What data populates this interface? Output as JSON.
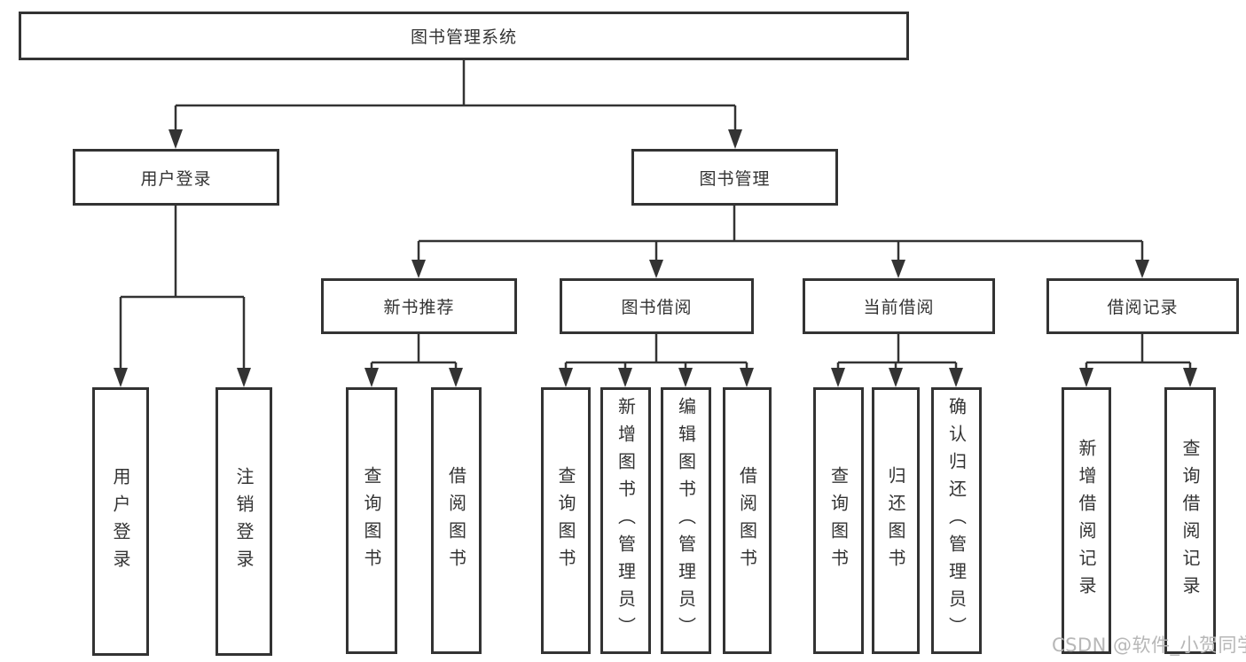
{
  "watermark": "CSDN @软件_小贺同学",
  "colors": {
    "line": "#333333",
    "text": "#333333",
    "watermark": "#b7b7b7",
    "background": "#ffffff"
  },
  "tree": {
    "root": "图书管理系统",
    "branches": [
      {
        "label": "用户登录",
        "leaves": [
          "用户登录",
          "注销登录"
        ]
      },
      {
        "label": "图书管理",
        "groups": [
          {
            "label": "新书推荐",
            "leaves": [
              "查询图书",
              "借阅图书"
            ]
          },
          {
            "label": "图书借阅",
            "leaves": [
              "查询图书",
              "新增图书（管理员）",
              "编辑图书（管理员）",
              "借阅图书"
            ]
          },
          {
            "label": "当前借阅",
            "leaves": [
              "查询图书",
              "归还图书",
              "确认归还（管理员）"
            ]
          },
          {
            "label": "借阅记录",
            "leaves": [
              "新增借阅记录",
              "查询借阅记录"
            ]
          }
        ]
      }
    ]
  }
}
